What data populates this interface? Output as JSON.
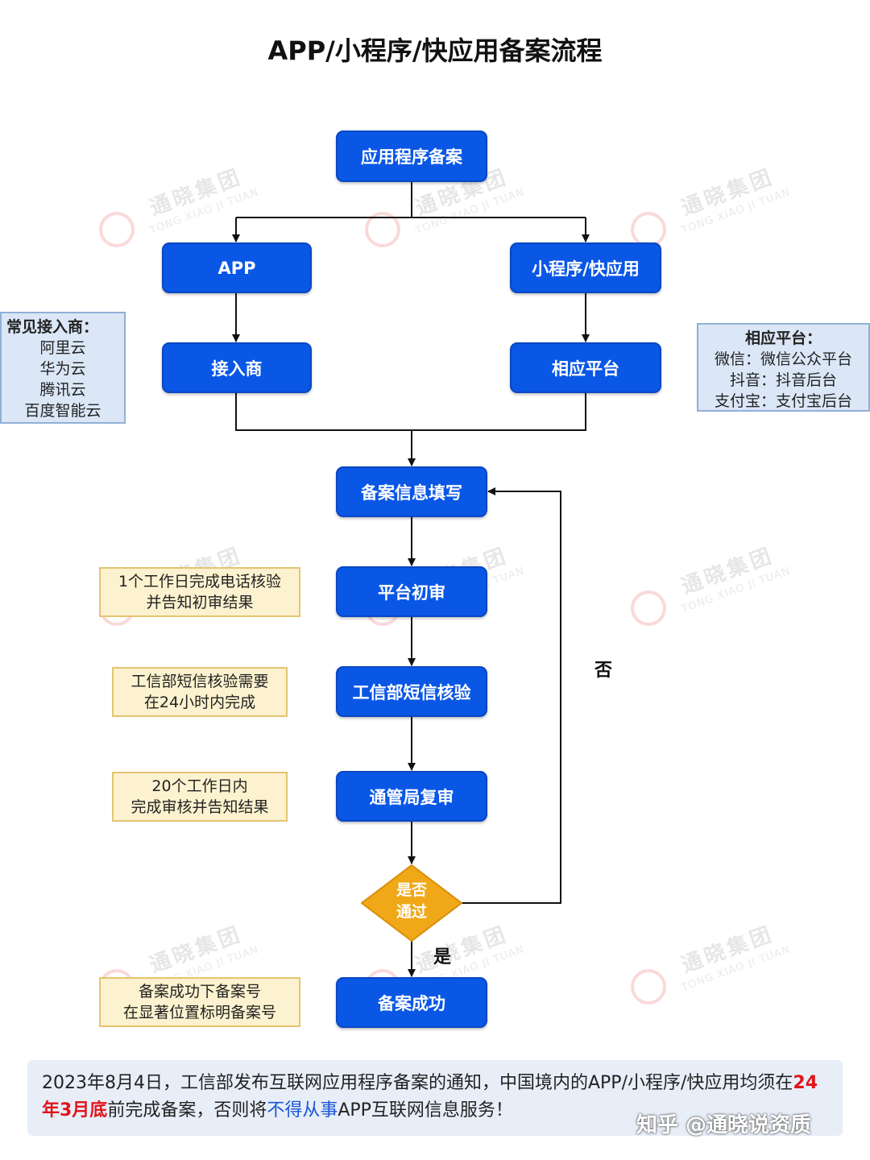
{
  "title": "APP/小程序/快应用备案流程",
  "nodes": {
    "start": "应用程序备案",
    "app": "APP",
    "mini": "小程序/快应用",
    "provider": "接入商",
    "platform": "相应平台",
    "fill": "备案信息填写",
    "initial_review": "平台初审",
    "sms": "工信部短信核验",
    "bureau_review": "通管局复审",
    "decision": [
      "是否",
      "通过"
    ],
    "success": "备案成功"
  },
  "edge_labels": {
    "yes": "是",
    "no": "否"
  },
  "providers_note": {
    "heading": "常见接入商：",
    "items": [
      "阿里云",
      "华为云",
      "腾讯云",
      "百度智能云"
    ]
  },
  "platforms_note": {
    "heading": "相应平台：",
    "items": [
      "微信：微信公众平台",
      "抖音：抖音后台",
      "支付宝：支付宝后台"
    ]
  },
  "notes": {
    "initial_review": [
      "1个工作日完成电话核验",
      "并告知初审结果"
    ],
    "sms": [
      "工信部短信核验需要",
      "在24小时内完成"
    ],
    "bureau_review": [
      "20个工作日内",
      "完成审核并告知结果"
    ],
    "success": [
      "备案成功下备案号",
      "在显著位置标明备案号"
    ]
  },
  "footer": {
    "part1": "2023年8月4日，工信部发布互联网应用程序备案的通知，中国境内的APP/小程序/快应用均须在",
    "deadline": "24年3月底",
    "part2": "前完成备案，否则将",
    "warning": "不得从事",
    "part3": "APP互联网信息服务！"
  },
  "watermark": {
    "cn": "通晓集团",
    "en": "TONG XIAO JI TUAN"
  },
  "zhihu_credit": "知乎 @通晓说资质",
  "colors": {
    "node": "#0a57e6",
    "decision": "#f0a818",
    "deadline": "#e0151b",
    "warning": "#1a55d6"
  }
}
